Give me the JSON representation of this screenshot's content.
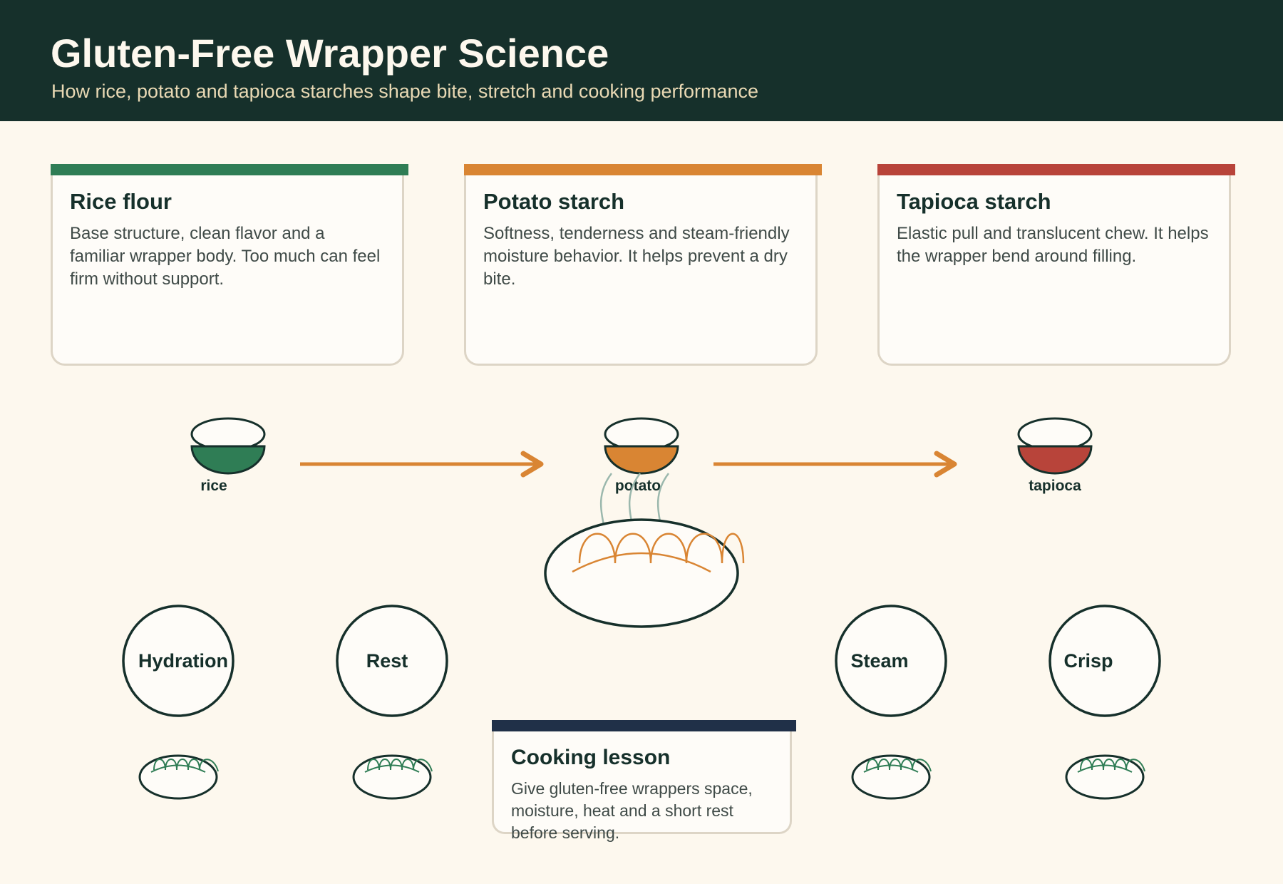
{
  "header": {
    "title": "Gluten-Free Wrapper Science",
    "subtitle": "How rice, potato and tapioca starches shape bite, stretch and cooking performance"
  },
  "cards": [
    {
      "title": "Rice flour",
      "body": "Base structure, clean flavor and a familiar wrapper body. Too much can feel firm without support.",
      "color": "#2f7d55"
    },
    {
      "title": "Potato starch",
      "body": "Softness, tenderness and steam-friendly moisture behavior. It helps prevent a dry bite.",
      "color": "#d98533"
    },
    {
      "title": "Tapioca starch",
      "body": "Elastic pull and translucent chew. It helps the wrapper bend around filling.",
      "color": "#b8443a"
    }
  ],
  "bowls": [
    {
      "label": "rice",
      "color": "#2f7d55"
    },
    {
      "label": "potato",
      "color": "#d98533"
    },
    {
      "label": "tapioca",
      "color": "#b8443a"
    }
  ],
  "steps": [
    {
      "label": "Hydration"
    },
    {
      "label": "Rest"
    },
    {
      "label": "Steam"
    },
    {
      "label": "Crisp"
    }
  ],
  "lesson": {
    "title": "Cooking lesson",
    "body": "Give gluten-free wrappers space, moisture, heat and a short rest before serving.",
    "color": "#203048"
  }
}
